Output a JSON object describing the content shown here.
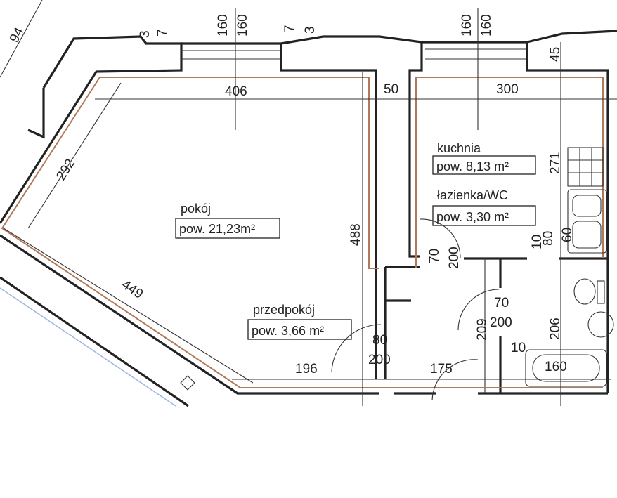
{
  "plan": {
    "rooms": [
      {
        "name": "pokój",
        "area": "pow. 21,23m²"
      },
      {
        "name": "kuchnia",
        "area": "pow. 8,13  m²"
      },
      {
        "name": "łazienka/WC",
        "area": "pow. 3,30  m²"
      },
      {
        "name": "przedpokój",
        "area": "pow. 3,66  m²"
      }
    ],
    "dimensions": {
      "d406": "406",
      "d50": "50",
      "d300": "300",
      "d292": "292",
      "d449": "449",
      "d488": "488",
      "d196": "196",
      "d175": "175",
      "d271": "271",
      "d45": "45",
      "d94": "94",
      "win1a": "160",
      "win1b": "160",
      "win2a": "160",
      "win2b": "160",
      "s3a": "3",
      "s7a": "7",
      "s7b": "7",
      "s3b": "3",
      "door1w": "70",
      "door1h": "200",
      "door2w": "70",
      "door2h": "200",
      "door3w": "80",
      "door3h": "200",
      "d209": "209",
      "d206": "206",
      "d10a": "10",
      "d160bath": "160",
      "d10b": "10",
      "d80": "80",
      "d60": "60"
    },
    "colors": {
      "wall": "#222222",
      "finish_line": "#b07a5a"
    }
  }
}
